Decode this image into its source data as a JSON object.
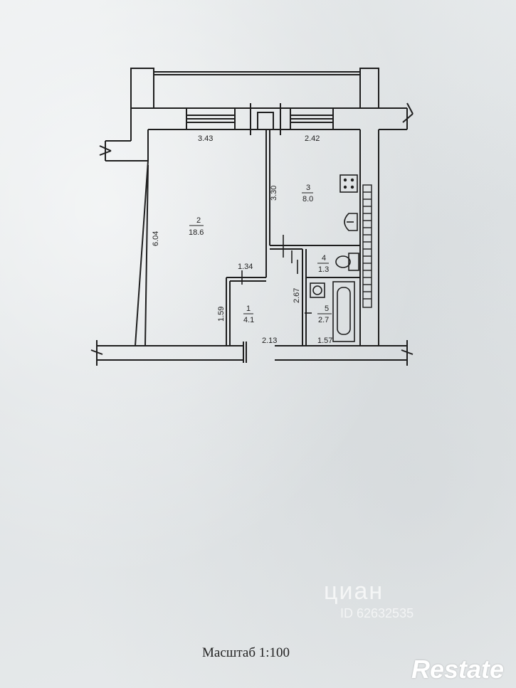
{
  "plan": {
    "dimensions": {
      "living_width": "3.43",
      "kitchen_width": "2.42",
      "living_depth": "6.04",
      "kitchen_depth": "3.30",
      "hall_step": "1.34",
      "hall_height_left": "1.59",
      "bath_partition": "2.67",
      "hall_width": "2.13",
      "bath_width": "1.57"
    },
    "rooms": [
      {
        "number": "1",
        "area": "4.1"
      },
      {
        "number": "2",
        "area": "18.6"
      },
      {
        "number": "3",
        "area": "8.0"
      },
      {
        "number": "4",
        "area": "1.3"
      },
      {
        "number": "5",
        "area": "2.7"
      }
    ]
  },
  "scale_label": "Масштаб 1:100",
  "watermark": {
    "logo": "циан",
    "listing_id": "ID 62632535"
  },
  "brand": "Restate"
}
